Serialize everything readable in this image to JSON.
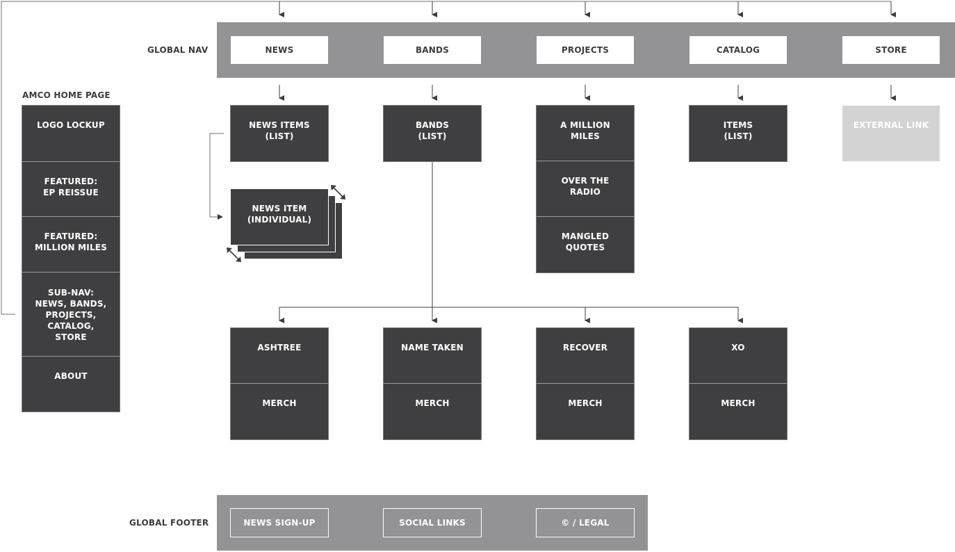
{
  "labels": {
    "global_nav": "GLOBAL NAV",
    "home_page": "AMCO HOME PAGE",
    "global_footer": "GLOBAL FOOTER"
  },
  "global_nav": [
    "NEWS",
    "BANDS",
    "PROJECTS",
    "CATALOG",
    "STORE"
  ],
  "level2": {
    "news_items": "NEWS ITEMS\n(LIST)",
    "bands_list": "BANDS\n(LIST)",
    "items_list": "ITEMS\n(LIST)",
    "external_link": "EXTERNAL LINK"
  },
  "news_item_individual": "NEWS ITEM\n(INDIVIDUAL)",
  "projects": [
    "A MILLION\nMILES",
    "OVER THE\nRADIO",
    "MANGLED\nQUOTES"
  ],
  "home_sections": [
    "LOGO LOCKUP",
    "FEATURED:\nEP REISSUE",
    "FEATURED:\nMILLION MILES",
    "SUB-NAV:\nNEWS, BANDS,\nPROJECTS,\nCATALOG,\nSTORE",
    "ABOUT"
  ],
  "bands": [
    {
      "name": "ASHTREE",
      "merch": "MERCH"
    },
    {
      "name": "NAME TAKEN",
      "merch": "MERCH"
    },
    {
      "name": "RECOVER",
      "merch": "MERCH"
    },
    {
      "name": "XO",
      "merch": "MERCH"
    }
  ],
  "footer": [
    "NEWS SIGN-UP",
    "SOCIAL LINKS",
    "© / LEGAL"
  ],
  "colors": {
    "band_gray": "#939396",
    "dark_box": "#3f3f41",
    "external_box": "#d3d3d4",
    "line": "#3c3c3e"
  }
}
